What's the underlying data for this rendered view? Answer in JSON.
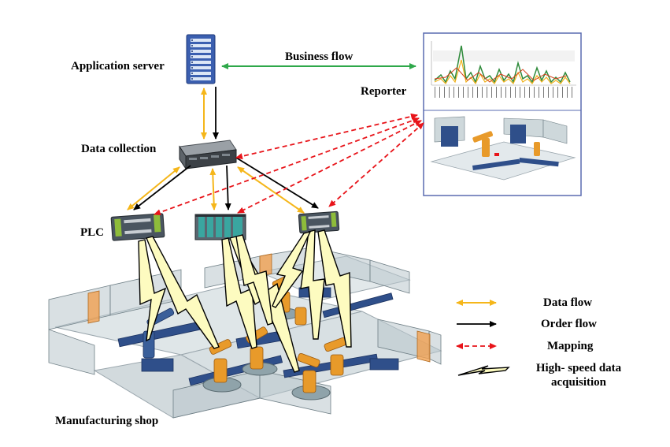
{
  "labels": {
    "application_server": "Application server",
    "business_flow": "Business flow",
    "reporter": "Reporter",
    "data_collection": "Data collection",
    "plc": "PLC",
    "manufacturing_shop": "Manufacturing shop"
  },
  "legend": {
    "data_flow": "Data flow",
    "order_flow": "Order flow",
    "mapping": "Mapping",
    "high_speed_line1": "High- speed data",
    "high_speed_line2": "acquisition"
  },
  "colors": {
    "data_flow": "#f5b61a",
    "order_flow": "#000000",
    "mapping": "#e8141a",
    "business_flow": "#2ea84a",
    "lightning_fill": "#fdfbc0",
    "server_blue": "#3b5fb0",
    "reporter_border": "#5a6bb0",
    "robot_orange": "#e89a2a",
    "machine_blue": "#2f4f8a"
  },
  "icons": {
    "application_server": "server-rack-icon",
    "data_collection": "rack-server-icon",
    "plc": "plc-module-icon",
    "reporter": "dashboard-chart-icon",
    "manufacturing_shop": "factory-robot-cell-icon",
    "lightning": "lightning-bolt-icon"
  }
}
